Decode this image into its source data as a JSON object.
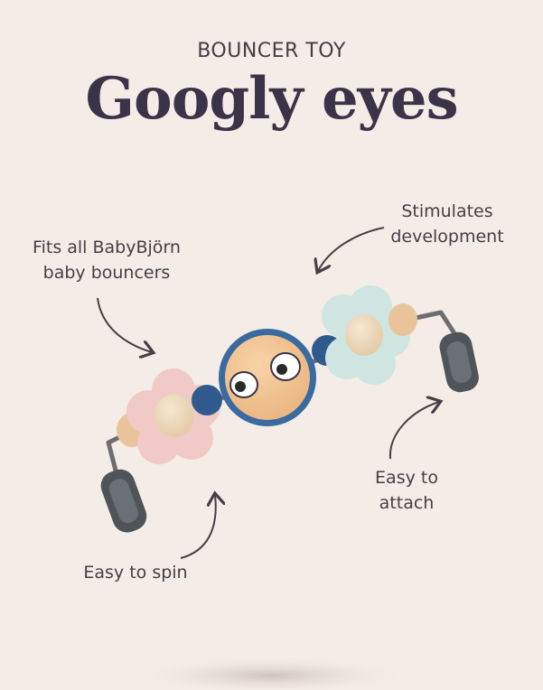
{
  "header": {
    "eyebrow": "BOUNCER TOY",
    "title": "Googly eyes"
  },
  "callouts": {
    "fits": "Fits all BabyBjörn\nbaby bouncers",
    "stimulates": "Stimulates\ndevelopment",
    "attach": "Easy to\nattach",
    "spin": "Easy to spin"
  },
  "colors": {
    "background": "#f4ece6",
    "text": "#3b3348",
    "pink_flower": "#f1c9c7",
    "mint_flower": "#cfe5e1",
    "orange_face": "#f4c79a",
    "navy_bead": "#2e5a8e",
    "tan_bead": "#e9c49a",
    "clip_gray": "#4f5459"
  }
}
